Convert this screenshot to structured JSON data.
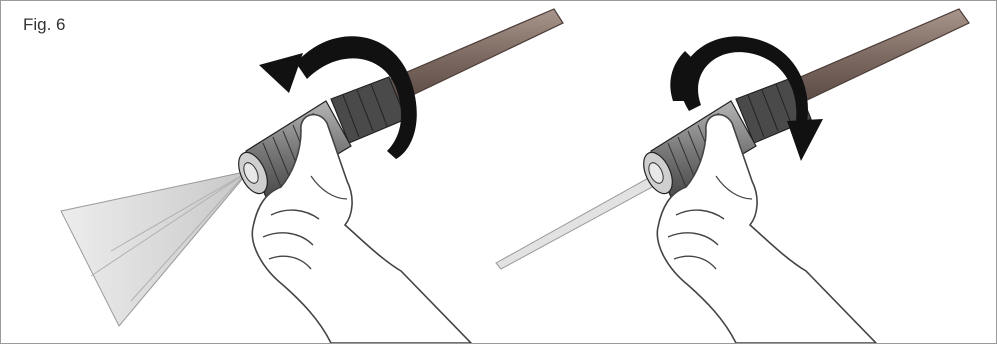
{
  "figure": {
    "label": "Fig. 6"
  },
  "panels": [
    {
      "name": "left-panel",
      "spray_pattern": "fan",
      "rotation": "counter-clockwise"
    },
    {
      "name": "right-panel",
      "spray_pattern": "jet",
      "rotation": "clockwise"
    }
  ],
  "colors": {
    "border": "#9a9a9a",
    "lance": "#7d6a62",
    "nozzle": "#8a8a8a",
    "arrow": "#111111",
    "hand_outline": "#444444",
    "spray": "#d8d8d8"
  }
}
